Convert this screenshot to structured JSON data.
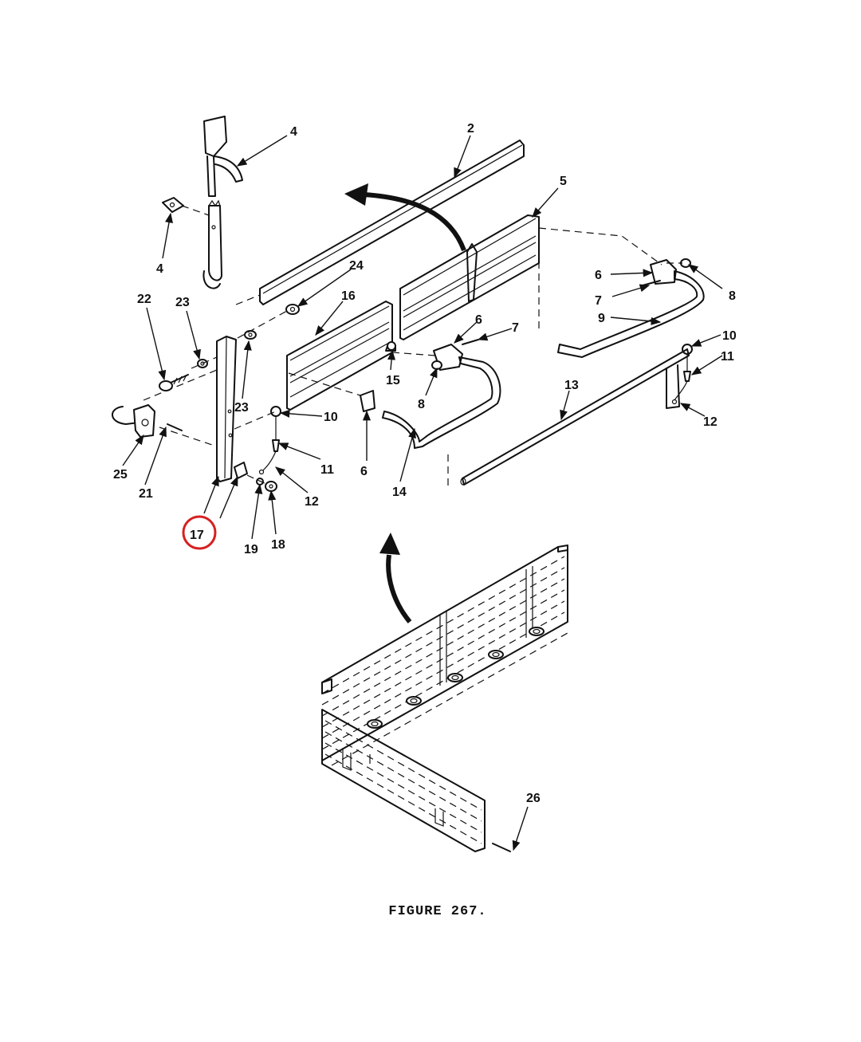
{
  "figure": {
    "caption": "FIGURE 267.",
    "highlight_color": "#d62020",
    "line_color": "#111111",
    "background": "#ffffff"
  },
  "callouts": [
    {
      "id": "c4a",
      "label": "4"
    },
    {
      "id": "c2",
      "label": "2"
    },
    {
      "id": "c5",
      "label": "5"
    },
    {
      "id": "c4b",
      "label": "4"
    },
    {
      "id": "c24",
      "label": "24"
    },
    {
      "id": "c6a",
      "label": "6"
    },
    {
      "id": "c8a",
      "label": "8"
    },
    {
      "id": "c22",
      "label": "22"
    },
    {
      "id": "c23a",
      "label": "23"
    },
    {
      "id": "c16",
      "label": "16"
    },
    {
      "id": "c7a",
      "label": "7"
    },
    {
      "id": "c9",
      "label": "9"
    },
    {
      "id": "c6b",
      "label": "6"
    },
    {
      "id": "c7b",
      "label": "7"
    },
    {
      "id": "c10a",
      "label": "10"
    },
    {
      "id": "c11a",
      "label": "11"
    },
    {
      "id": "c15",
      "label": "15"
    },
    {
      "id": "c8b",
      "label": "8"
    },
    {
      "id": "c23b",
      "label": "23"
    },
    {
      "id": "c10b",
      "label": "10"
    },
    {
      "id": "c13",
      "label": "13"
    },
    {
      "id": "c12a",
      "label": "12"
    },
    {
      "id": "c25",
      "label": "25"
    },
    {
      "id": "c21",
      "label": "21"
    },
    {
      "id": "c11b",
      "label": "11"
    },
    {
      "id": "c6c",
      "label": "6"
    },
    {
      "id": "c12b",
      "label": "12"
    },
    {
      "id": "c14",
      "label": "14"
    },
    {
      "id": "c17",
      "label": "17"
    },
    {
      "id": "c19",
      "label": "19"
    },
    {
      "id": "c18",
      "label": "18"
    },
    {
      "id": "c26",
      "label": "26"
    }
  ]
}
